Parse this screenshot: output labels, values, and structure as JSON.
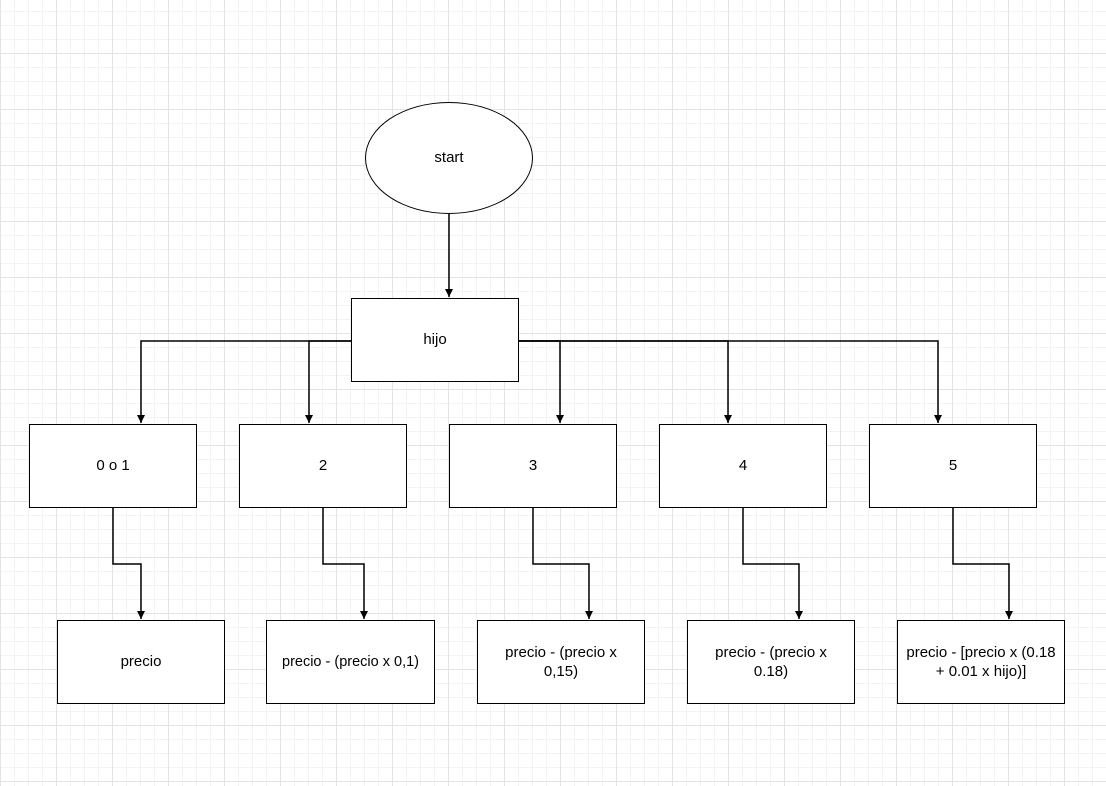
{
  "diagram": {
    "start": "start",
    "decision": "hijo",
    "branches": [
      {
        "case": "0 o 1",
        "result": "precio"
      },
      {
        "case": "2",
        "result": "precio - (precio x 0,1)"
      },
      {
        "case": "3",
        "result": "precio - (precio x 0,15)"
      },
      {
        "case": "4",
        "result": "precio - (precio x 0.18)"
      },
      {
        "case": "5",
        "result": "precio - [precio x (0.18 + 0.01 x hijo)]"
      }
    ]
  }
}
